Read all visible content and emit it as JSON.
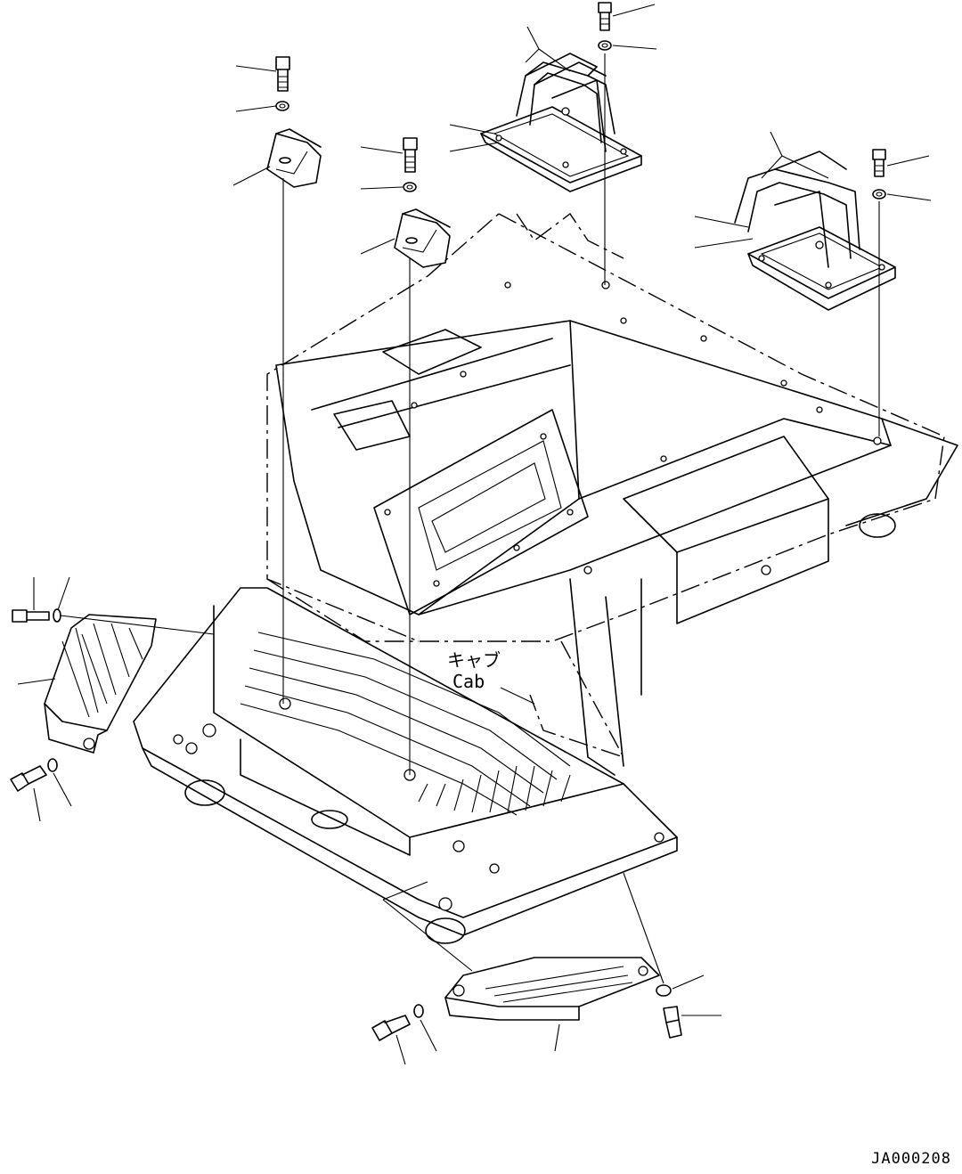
{
  "figure": {
    "callout_jp": "キャブ",
    "callout_en": "Cab",
    "drawing_number": "JA000208"
  },
  "parts": [
    {
      "name": "bolt"
    },
    {
      "name": "washer"
    },
    {
      "name": "bracket"
    },
    {
      "name": "rear-mount"
    },
    {
      "name": "step"
    },
    {
      "name": "floor-frame"
    }
  ]
}
